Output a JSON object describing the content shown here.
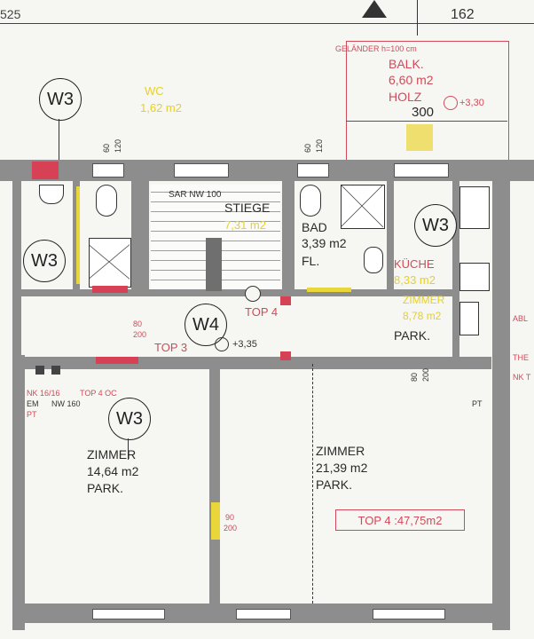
{
  "dimensions": {
    "left_top": "525",
    "right_top": "162",
    "balcony_width": "300"
  },
  "balcony": {
    "railing": "GELÄNDER h=100 cm",
    "name": "BALK.",
    "area": "6,60 m2",
    "floor": "HOLZ",
    "level": "+3,30"
  },
  "wc_label": {
    "name": "WC",
    "area": "1,62 m2"
  },
  "openings": {
    "o1": "60",
    "o2": "120",
    "o3": "60",
    "o4": "120",
    "o5": "80",
    "o6": "200",
    "o7": "80",
    "o8": "200",
    "o9": "90",
    "o10": "200"
  },
  "window_marks": {
    "w1": "W3",
    "w2": "W3",
    "w3": "W3",
    "w4": "W4",
    "w5": "W3"
  },
  "stair": {
    "code": "SAR NW 100",
    "name": "STIEGE",
    "area": "7,31 m2"
  },
  "bath": {
    "name": "BAD",
    "area": "3,39 m2",
    "floor": "FL."
  },
  "kitchen": {
    "name": "KÜCHE",
    "area": "8,33 m2",
    "room": "ZIMMER",
    "room_area": "8,78 m2",
    "floor": "PARK."
  },
  "hall": {
    "top4": "TOP 4",
    "top3": "TOP 3",
    "level": "+3,35",
    "therme": "THERME"
  },
  "room1": {
    "name": "ZIMMER",
    "area": "14,64 m2",
    "floor": "PARK."
  },
  "room2": {
    "name": "ZIMMER",
    "area": "21,39 m2",
    "floor": "PARK."
  },
  "notes": {
    "nk": "NK 16/16",
    "top4oc": "TOP 4 OC",
    "em": "EM",
    "nw": "NW 160",
    "pt1": "PT",
    "pt2": "PT",
    "abl": "ABL",
    "the": "THE",
    "nkt": "NK T"
  },
  "total": "TOP 4 :47,75m2"
}
